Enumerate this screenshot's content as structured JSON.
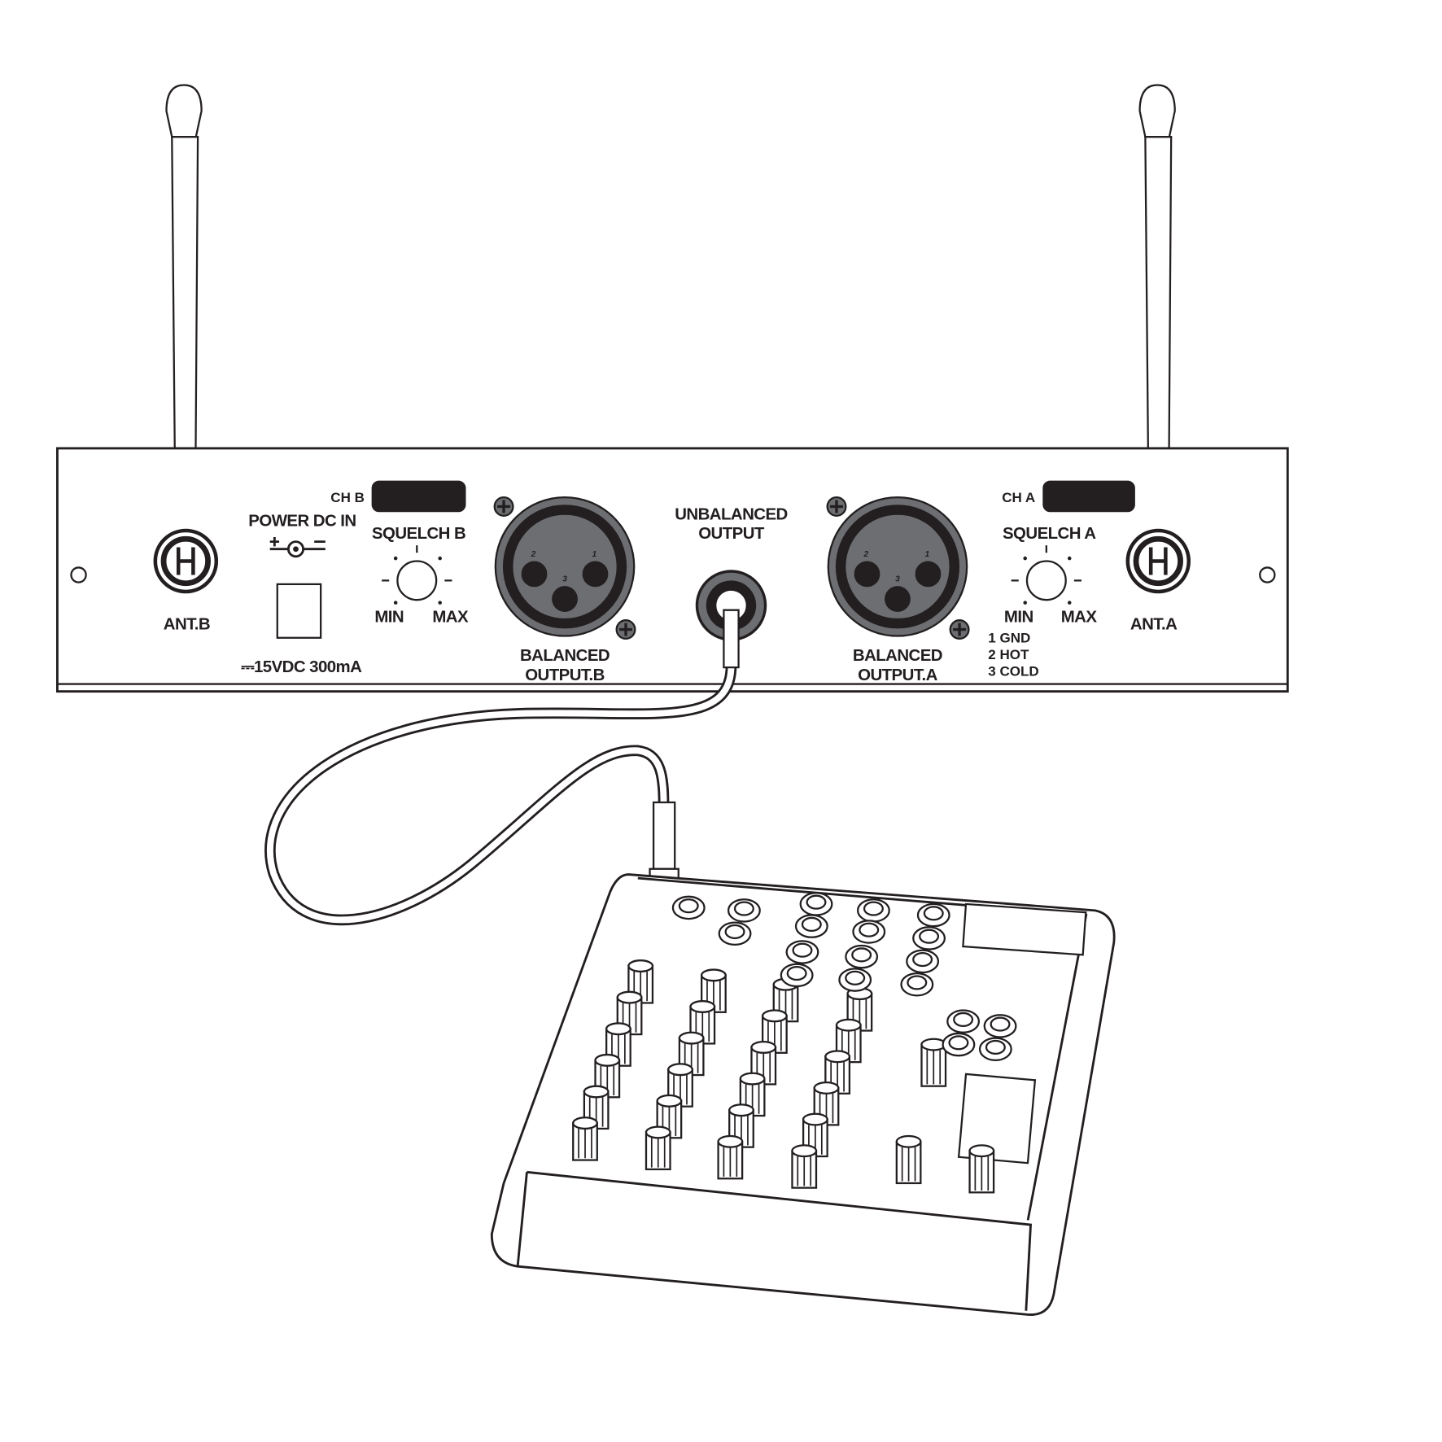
{
  "receiver": {
    "ch_b_label": "CH B",
    "ch_a_label": "CH A",
    "power_label": "POWER DC IN",
    "power_symbol": "+ ⊖ −",
    "power_rating": "⎓15VDC  300mA",
    "squelch_b_label": "SQUELCH B",
    "squelch_a_label": "SQUELCH A",
    "min_label": "MIN",
    "max_label": "MAX",
    "balanced_b_line1": "BALANCED",
    "balanced_b_line2": "OUTPUT.B",
    "balanced_a_line1": "BALANCED",
    "balanced_a_line2": "OUTPUT.A",
    "unbalanced_line1": "UNBALANCED",
    "unbalanced_line2": "OUTPUT",
    "ant_b_label": "ANT.B",
    "ant_a_label": "ANT.A",
    "pin_legend": [
      "1 GND",
      "2 HOT",
      "3 COLD"
    ],
    "xlr_pins": [
      "2",
      "1",
      "3"
    ]
  },
  "colors": {
    "line": "#231f20",
    "xlr_gray": "#6d6e71",
    "xlr_dark": "#231f20"
  }
}
